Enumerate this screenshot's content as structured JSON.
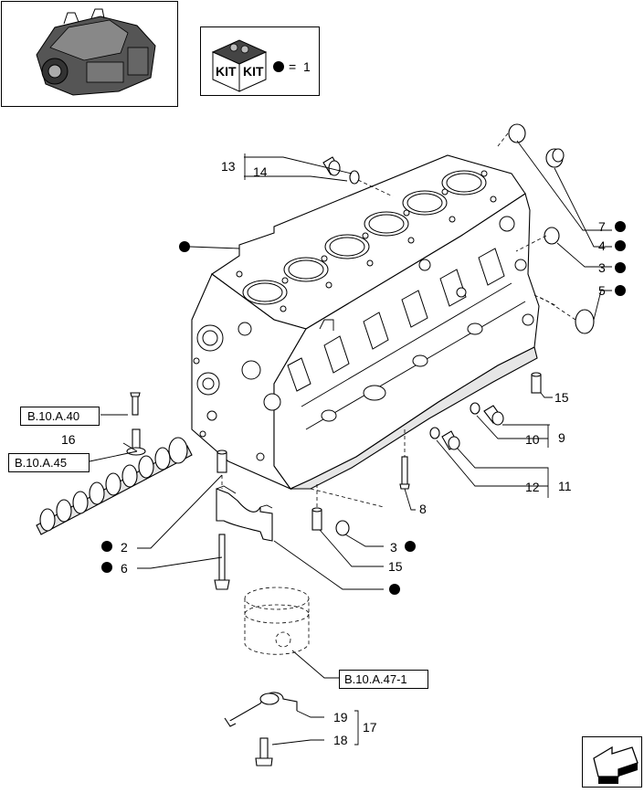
{
  "kit_legend": {
    "text_left": "KIT",
    "text_right": "KIT",
    "equals": "=",
    "value": "1"
  },
  "callouts": {
    "c13": "13",
    "c14": "14",
    "c7": "7",
    "c4": "4",
    "c3a": "3",
    "c5": "5",
    "c15a": "15",
    "c9": "9",
    "c10": "10",
    "c11": "11",
    "c12": "12",
    "c16": "16",
    "c8": "8",
    "c2": "2",
    "c6": "6",
    "c3b": "3",
    "c15b": "15",
    "c19": "19",
    "c18": "18",
    "c17": "17"
  },
  "references": {
    "r1": "B.10.A.40",
    "r2": "B.10.A.45",
    "r3": "B.10.A.47-1"
  },
  "icons": {
    "engine_thumbnail": "engine-thumbnail-icon",
    "kit_box": "kit-box-icon",
    "nav_arrow": "navigation-arrow-icon",
    "kit_dot": "kit-dot-icon"
  }
}
